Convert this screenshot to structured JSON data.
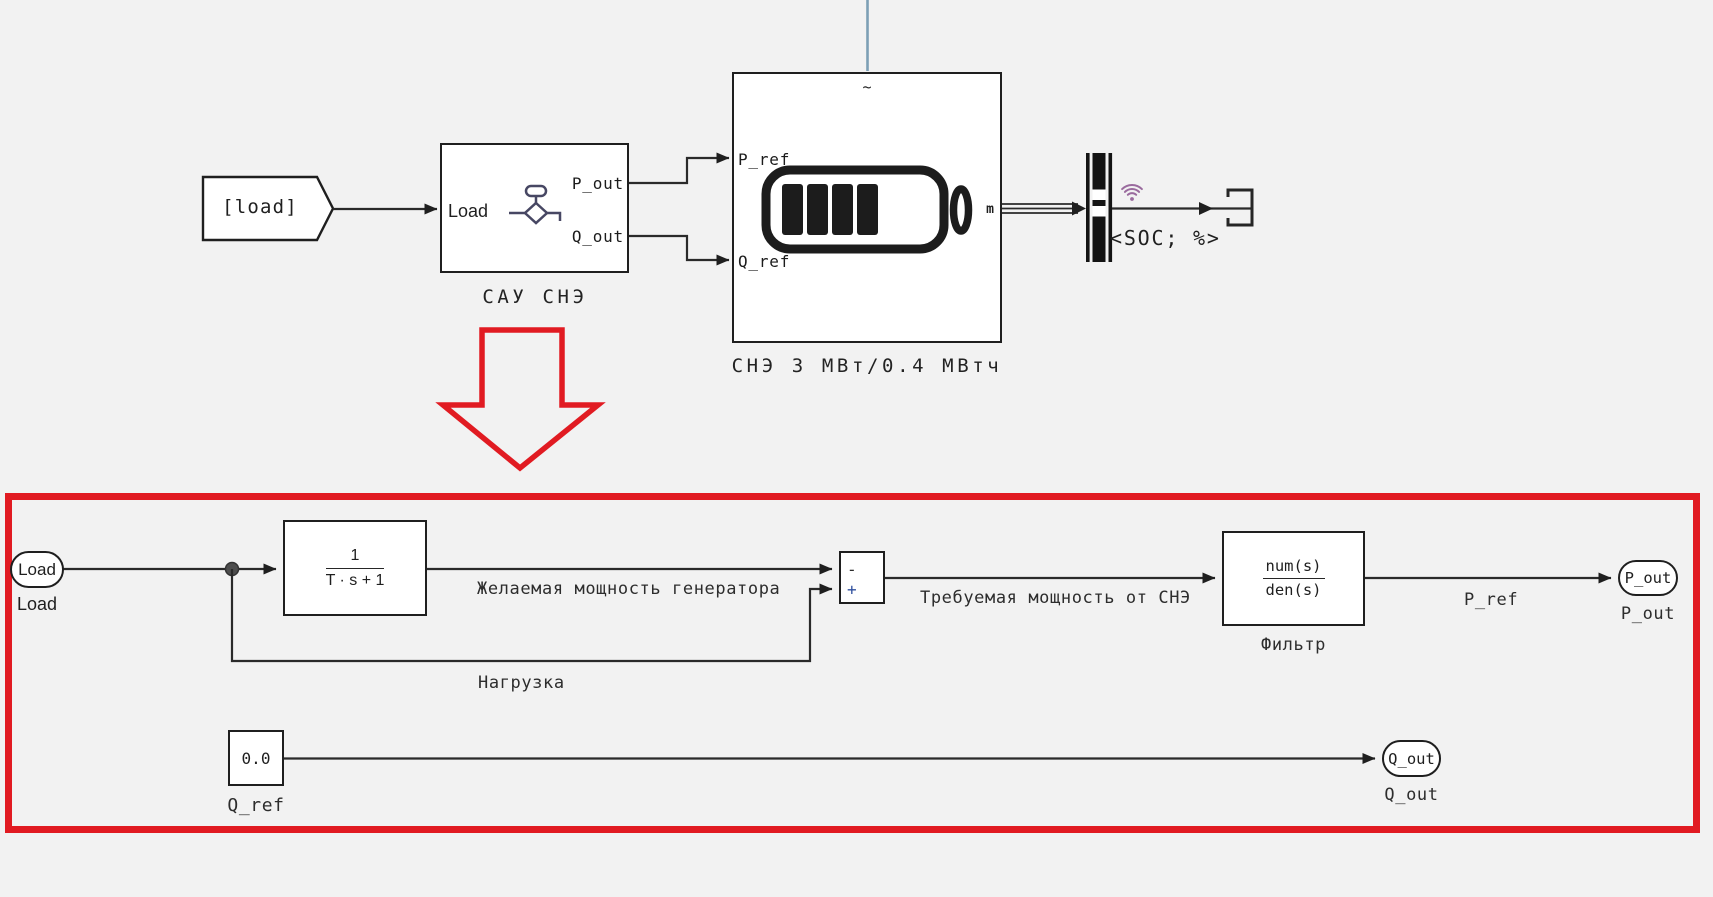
{
  "colors": {
    "background": "#f2f2f2",
    "annotation_red": "#e11b22",
    "physical_line_blue": "#7d9fb5",
    "wireless_purple": "#9a6b9e",
    "stateflow_slate": "#474763",
    "block_border": "#1f1f1f",
    "wire": "#2a2a2a"
  },
  "icons": {
    "battery": "battery-icon",
    "stateflow_chart": "stateflow-chart-icon",
    "bus_selector": "bus-selector-icon",
    "wireless_logging": "wifi-icon",
    "terminator": "terminator-icon",
    "annotation_arrow": "down-arrow-outline"
  },
  "top_diagram": {
    "goto_tag": {
      "label": "[load]"
    },
    "sau_block": {
      "input_label": "Load",
      "output1_label": "P_out",
      "output2_label": "Q_out",
      "caption": "САУ СНЭ"
    },
    "battery_block": {
      "tilde": "~",
      "input1_label": "P_ref",
      "input2_label": "Q_ref",
      "output_label": "m",
      "caption": "СНЭ 3 МВт/0.4 МВтч"
    },
    "soc_signal_label": "<SOC; %>"
  },
  "subsystem": {
    "load_inport": {
      "text": "Load",
      "caption": "Load"
    },
    "transfer_fcn": {
      "numerator": "1",
      "denominator": "T · s + 1"
    },
    "sum_block": {
      "top_sign": "-",
      "bottom_sign": "+"
    },
    "filter_block": {
      "numerator": "num(s)",
      "denominator": "den(s)",
      "caption": "Фильтр"
    },
    "constant_block": {
      "value": "0.0",
      "caption": "Q_ref"
    },
    "p_outport": {
      "text": "P_out",
      "caption": "P_out"
    },
    "q_outport": {
      "text": "Q_out",
      "caption": "Q_out"
    },
    "labels": {
      "desired_power": "Желаемая мощность генератора",
      "required_power": "Требуемая мощность от СНЭ",
      "load_branch": "Нагрузка",
      "p_ref_signal": "P_ref"
    }
  }
}
